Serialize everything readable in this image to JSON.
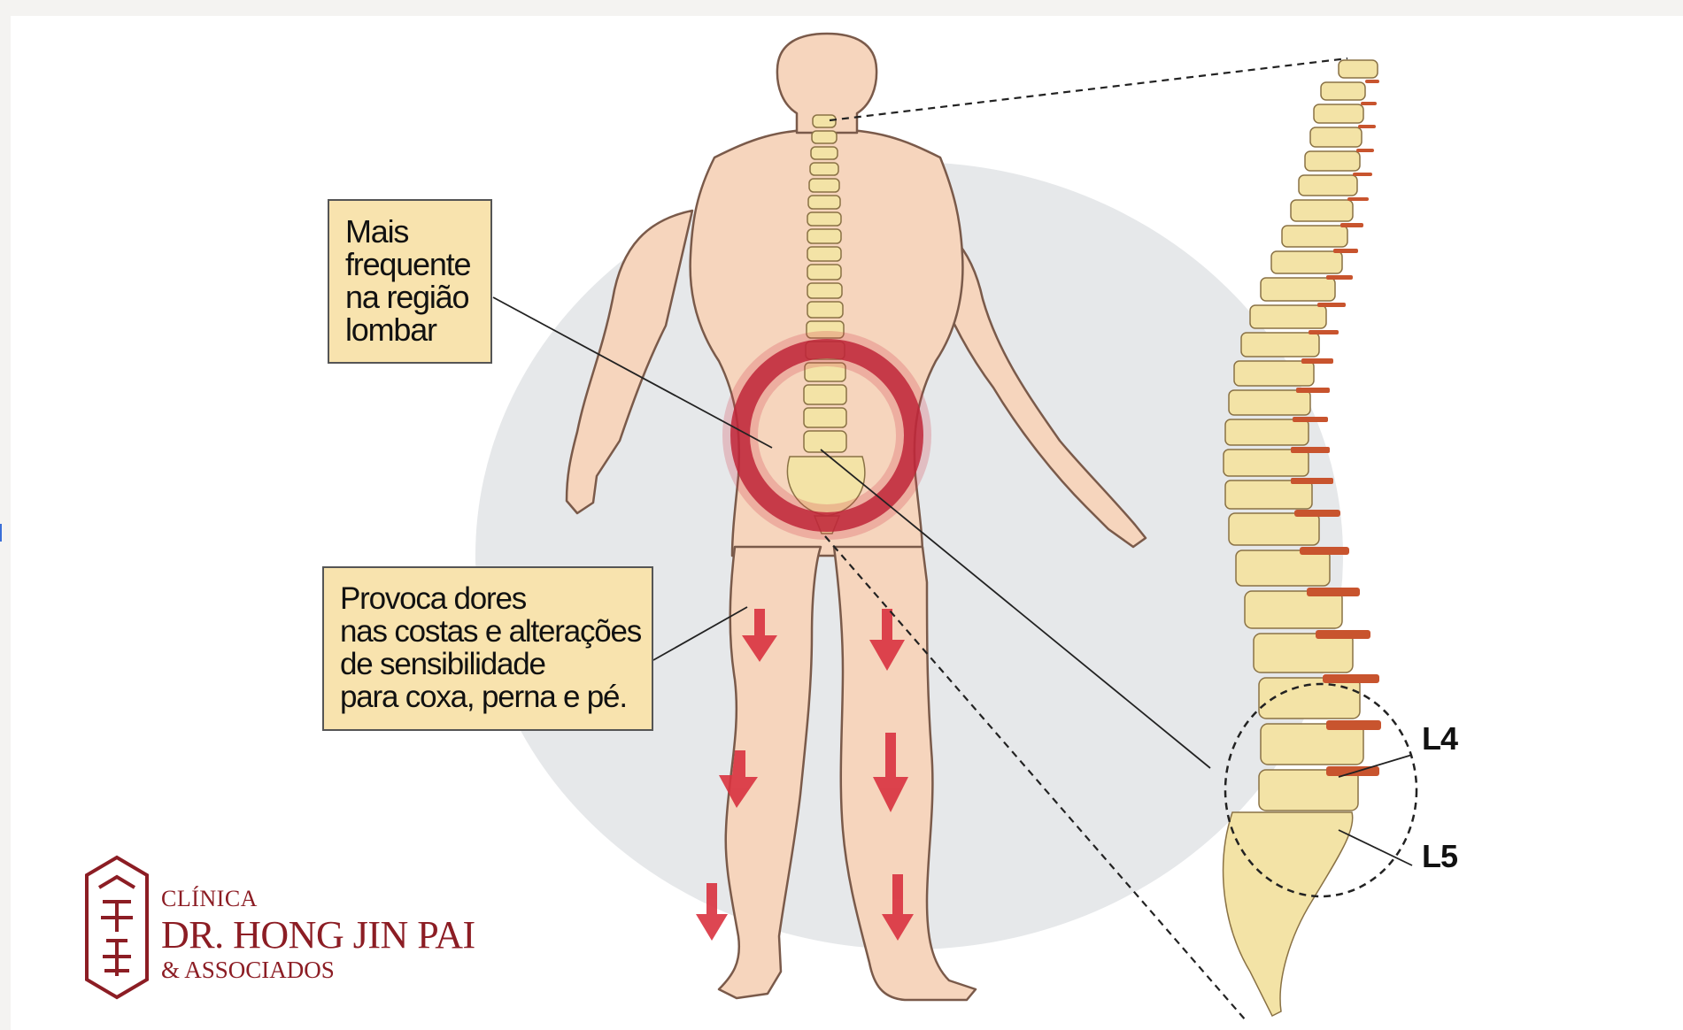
{
  "callouts": {
    "lumbar": "Mais\nfrequente\nna região\nlombar",
    "symptoms": "Provoca dores\nnas costas e alterações\nde sensibilidade\npara coxa, perna e pé."
  },
  "vertebra_labels": {
    "l4": "L4",
    "l5": "L5"
  },
  "logo": {
    "line1": "CLÍNICA",
    "line2": "DR. HONG JIN PAI",
    "line3": "& ASSOCIADOS"
  },
  "colors": {
    "skin": "#f6d5bd",
    "outline": "#7a5a4a",
    "bone": "#f3e3a6",
    "disc": "#c8542e",
    "highlight_ring": "#b81f33",
    "backdrop": "#e6e8ea",
    "brand": "#8c1d24",
    "callout_fill": "#f8e3ae"
  }
}
